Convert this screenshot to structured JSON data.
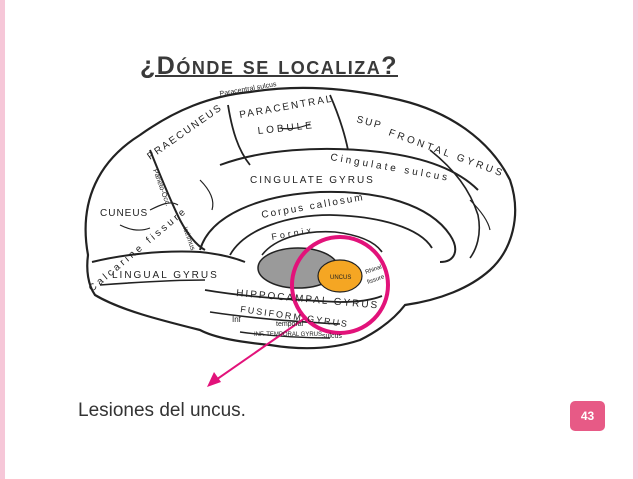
{
  "slide": {
    "title": "¿Dónde se localiza?",
    "caption": "Lesiones del uncus.",
    "page_number": "43"
  },
  "colors": {
    "frame": "#f6c7d8",
    "accent": "#e2127a",
    "badge": "#e75a86",
    "uncus_fill": "#f5a623",
    "gray_region": "#9a9a9a"
  },
  "figure": {
    "labels": {
      "paracentral_sulcus": "Paracentral sulcus",
      "paracentral": "PARACENTRAL",
      "lobule": "LOBULE",
      "sup": "SUP",
      "frontal_gyrus": "FRONTAL GYRUS",
      "praecuneus": "PRAECUNEUS",
      "parieto_occ": "Parieto-Occ.",
      "cingulate_sulcus": "Cingulate sulcus",
      "cingulate_gyrus": "CINGULATE GYRUS",
      "corpus_callosum": "Corpus callosum",
      "fornix": "Fornix",
      "cuneus": "CUNEUS",
      "calcarine_fissure": "Calcarine fissure",
      "isthmus": "isthmus",
      "lingual_gyrus": "LINGUAL GYRUS",
      "hippocampal_gyrus": "HIPPOCAMPAL GYRUS",
      "uncus": "UNCUS",
      "fusiform_gyrus": "FUSIFORM GYRUS",
      "inf": "Inf",
      "temporal": "temporal",
      "inf_temporal_gyrus": "INF. TEMPORAL GYRUS",
      "sulcus": "sulcus",
      "rhinal": "Rhinal",
      "fissure": "fissure"
    }
  }
}
